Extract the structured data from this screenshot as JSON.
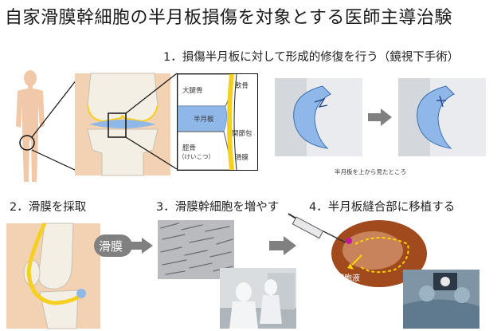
{
  "title": "自家滑膜幹細胞の半月板損傷を対象とする医師主導治験",
  "steps": {
    "step1": "1．損傷半月板に対して形成的修復を行う（鏡視下手術）",
    "step2": "2．滑膜を採取",
    "step3": "3．滑膜幹細胞を増やす",
    "step4": "4．半月板縫合部に移植する"
  },
  "cross_section": {
    "femur": "大腿骨",
    "cartilage": "軟骨",
    "meniscus": "半月板",
    "capsule": "関節包",
    "tibia": "脛骨",
    "tibia_reading": "（けいこつ）",
    "synovium": "滑膜"
  },
  "meniscus_view_caption": "半月板を上から見たところ",
  "synovium_label": "滑膜",
  "cell_fluid_label": "細胞液",
  "colors": {
    "accent_yellow": "#f5d020",
    "meniscus_blue": "#8fb8e8",
    "arrow_gray": "#808080",
    "arthroscope_bg": "#a04a1e",
    "dashed_yellow": "#ffd200"
  },
  "icons": {
    "arrow": "right-arrow-icon",
    "syringe": "syringe-icon"
  }
}
